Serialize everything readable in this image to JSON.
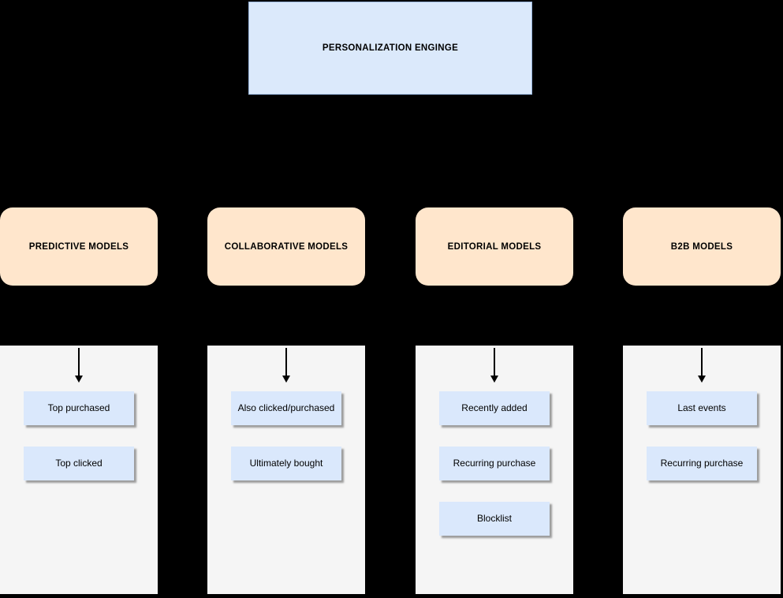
{
  "root": {
    "label": "PERSONALIZATION ENGINGE"
  },
  "branches": [
    {
      "label": "PREDICTIVE MODELS",
      "items": [
        "Top purchased",
        "Top clicked"
      ]
    },
    {
      "label": "COLLABORATIVE MODELS",
      "items": [
        "Also clicked/purchased",
        "Ultimately bought"
      ]
    },
    {
      "label": "EDITORIAL MODELS",
      "items": [
        "Recently added",
        "Recurring purchase",
        "Blocklist"
      ]
    },
    {
      "label": "B2B MODELS",
      "items": [
        "Last events",
        "Recurring purchase"
      ]
    }
  ],
  "colors": {
    "background": "#000000",
    "root_fill": "#dbe9fb",
    "branch_fill": "#ffe6cc",
    "panel_fill": "#f5f5f5",
    "item_fill": "#dae8fc",
    "text": "#000000"
  }
}
